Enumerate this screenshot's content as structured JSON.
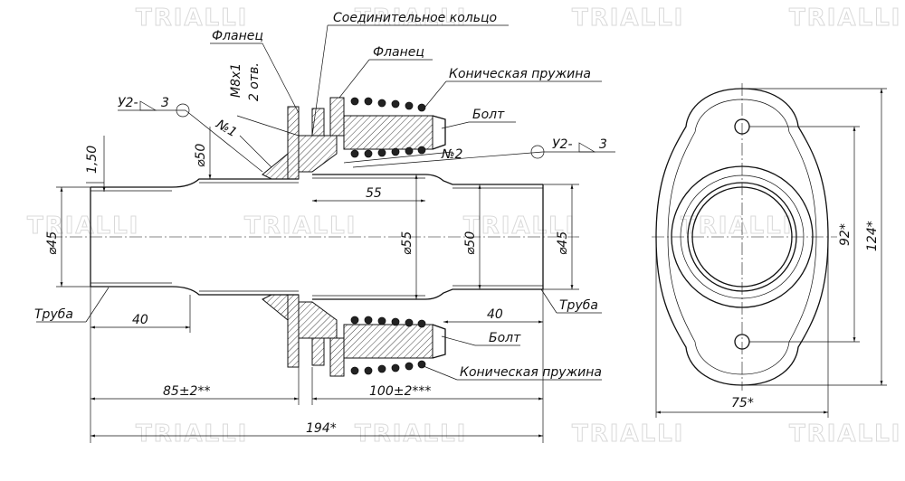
{
  "watermark": "TRIALLI",
  "labels": {
    "connecting_ring": "Соединительное кольцо",
    "flange_left": "Фланец",
    "flange_right": "Фланец",
    "thread": "М8х1",
    "holes": "2 отв.",
    "conical_spring_top": "Коническая пружина",
    "bolt_top": "Болт",
    "no1": "№1",
    "no2": "№2",
    "weld_left": "У2-",
    "weld_left_leg": "3",
    "weld_right": "У2-",
    "weld_right_leg": "3",
    "pipe_left": "Труба",
    "pipe_right": "Труба",
    "bolt_bottom": "Болт",
    "conical_spring_bottom": "Коническая пружина"
  },
  "dimensions": {
    "d50_left": "⌀50",
    "wall": "1,50",
    "d45_left": "⌀45",
    "len_55": "55",
    "d55": "⌀55",
    "d50_right": "⌀50",
    "d45_right": "⌀45",
    "len_40_left": "40",
    "len_40_right": "40",
    "len_85": "85±2**",
    "len_100": "100±2***",
    "len_194": "194*",
    "flange_92": "92*",
    "flange_124": "124*",
    "flange_75": "75*"
  }
}
